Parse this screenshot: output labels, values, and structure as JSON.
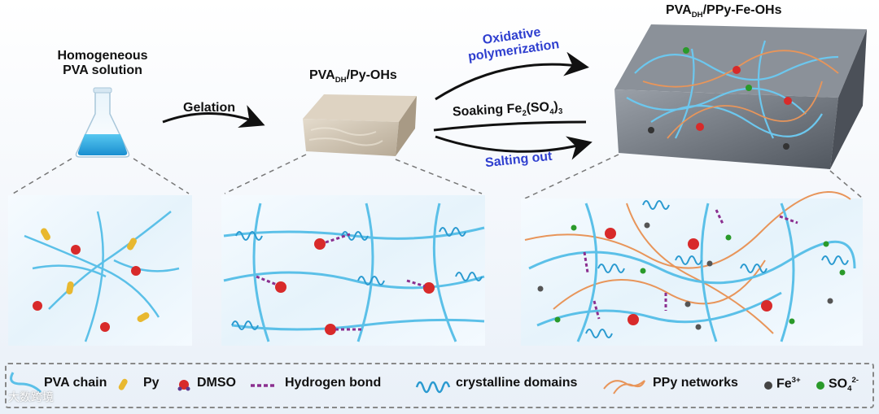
{
  "labels": {
    "step1_line1": "Homogeneous",
    "step1_line2": "PVA solution",
    "gelation": "Gelation",
    "gel_pre": "PVA",
    "gel_sub": "DH",
    "gel_post": "/Py-OHs",
    "oxidative_line1": "Oxidative",
    "oxidative_line2": "polymerization",
    "soaking_pre": "Soaking Fe",
    "soaking_sub1": "2",
    "soaking_mid": "(SO",
    "soaking_sub2": "4",
    "soaking_close": ")",
    "soaking_sub3": "3",
    "salting": "Salting out",
    "final_pre": "PVA",
    "final_sub": "DH",
    "final_post": "/PPy-Fe-OHs"
  },
  "legend": {
    "pva_chain": "PVA chain",
    "py": "Py",
    "dmso": "DMSO",
    "hbond": "Hydrogen bond",
    "crystalline": "crystalline domains",
    "ppy": "PPy networks",
    "fe": "Fe",
    "fe_sup": "3+",
    "so4": "SO",
    "so4_sub": "4",
    "so4_sup": "2-"
  },
  "watermark": "大数跨境",
  "colors": {
    "pva": "#5bc0e8",
    "ppy": "#e8955a",
    "hbond": "#8b2f8f",
    "dmso": "#d82a2a",
    "fe": "#555555",
    "so4": "#2a9a2a",
    "text_blue": "#2f3fcf"
  }
}
